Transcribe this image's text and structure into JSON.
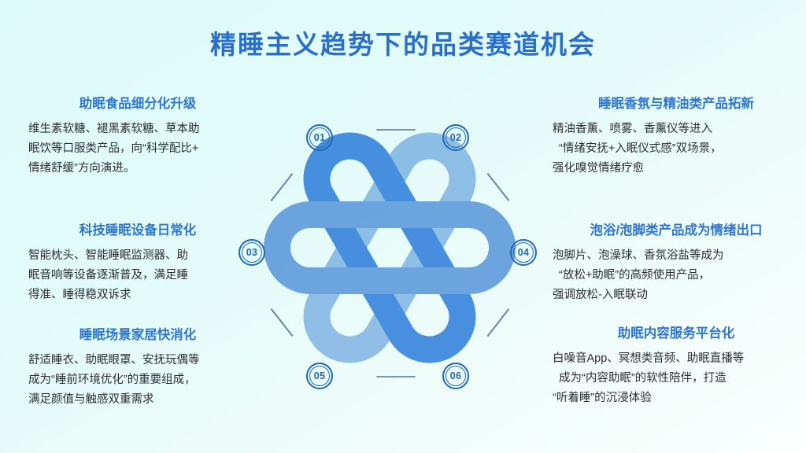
{
  "title": "精睡主义趋势下的品类赛道机会",
  "colors": {
    "title_blue": "#2a6fc9",
    "heading_blue": "#2f76ce",
    "badge_blue": "#2167b8",
    "body_text": "#2d2d33",
    "ring_light": "#8cb6e8",
    "ring_mid": "#5e96e0",
    "ring_dark": "#1f6fd6",
    "background_start": "#ddfbf8",
    "background_end": "#fbfffe"
  },
  "badges": [
    {
      "id": "01",
      "label": "01"
    },
    {
      "id": "02",
      "label": "02"
    },
    {
      "id": "03",
      "label": "03"
    },
    {
      "id": "04",
      "label": "04"
    },
    {
      "id": "05",
      "label": "05"
    },
    {
      "id": "06",
      "label": "06"
    }
  ],
  "blocks": {
    "b1": {
      "heading": "助眠食品细分化升级",
      "lines": [
        "维生素软糖、褪黑素软糖、草本助",
        "眠饮等口服类产品，向“科学配比+",
        "情绪舒缓”方向演进。"
      ]
    },
    "b3": {
      "heading": "科技睡眠设备日常化",
      "lines": [
        "智能枕头、智能睡眠监测器、助",
        "眠音响等设备逐渐普及，满足睡",
        "得准、睡得稳双诉求"
      ]
    },
    "b5": {
      "heading": "睡眠场景家居快消化",
      "lines": [
        "舒适睡衣、助眠眼罩、安抚玩偶等",
        "成为“睡前环境优化”的重要组成，",
        "满足颜值与触感双重需求"
      ]
    },
    "b2": {
      "heading": "睡眠香氛与精油类产品拓新",
      "lines": [
        "精油香薰、喷雾、香薰仪等进入",
        "“情绪安抚+入眠仪式感”双场景，",
        "强化嗅觉情绪疗愈"
      ]
    },
    "b4": {
      "heading": "泡浴/泡脚类产品成为情绪出口",
      "lines": [
        "泡脚片、泡澡球、香氛浴盐等成为",
        "“放松+助眠”的高频使用产品，",
        "强调放松-入眠联动"
      ]
    },
    "b6": {
      "heading": "助眠内容服务平台化",
      "lines": [
        "白噪音App、冥想类音频、助眠直播等",
        "成为“内容助眠”的软性陪伴，打造",
        "“听着睡”的沉浸体验"
      ]
    }
  }
}
